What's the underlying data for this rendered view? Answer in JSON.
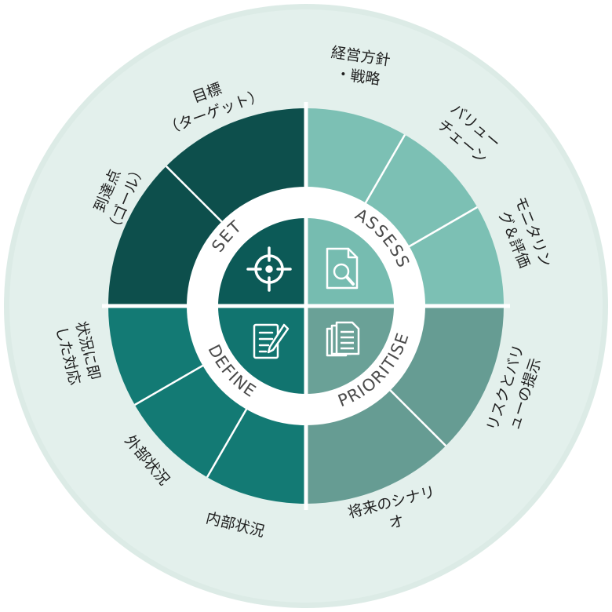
{
  "diagram": {
    "quadrants": {
      "set": {
        "label": "SET",
        "icon": "crosshair-icon",
        "color": "#0c5a57"
      },
      "assess": {
        "label": "ASSESS",
        "icon": "document-search-icon",
        "color": "#76bcb0"
      },
      "define": {
        "label": "DEFINE",
        "icon": "edit-document-icon",
        "color": "#11746f"
      },
      "prioritise": {
        "label": "PRIORITISE",
        "icon": "documents-icon",
        "color": "#6aa197"
      }
    },
    "outer_labels": {
      "target": "目標\n（ターゲット）",
      "goal": "到達点\n（ゴール）",
      "strategy": "経営方針\n・戦略",
      "value_chain": "バリュー\nチェーン",
      "monitoring": "モニタリン\nグ＆評価",
      "risk_value": "リスクとバリ\nューの提示",
      "future": "将来のシナリ\nオ",
      "internal": "内部状況",
      "external": "外部状況",
      "situational": "状況に即\nした対応"
    },
    "colors": {
      "outer_ring": "#dcebe6",
      "set_band": "#0d4f4c",
      "assess_band": "#7cc0b4",
      "define_band": "#137a74",
      "prioritise_band": "#669c93",
      "white_ring": "#ffffff"
    }
  }
}
